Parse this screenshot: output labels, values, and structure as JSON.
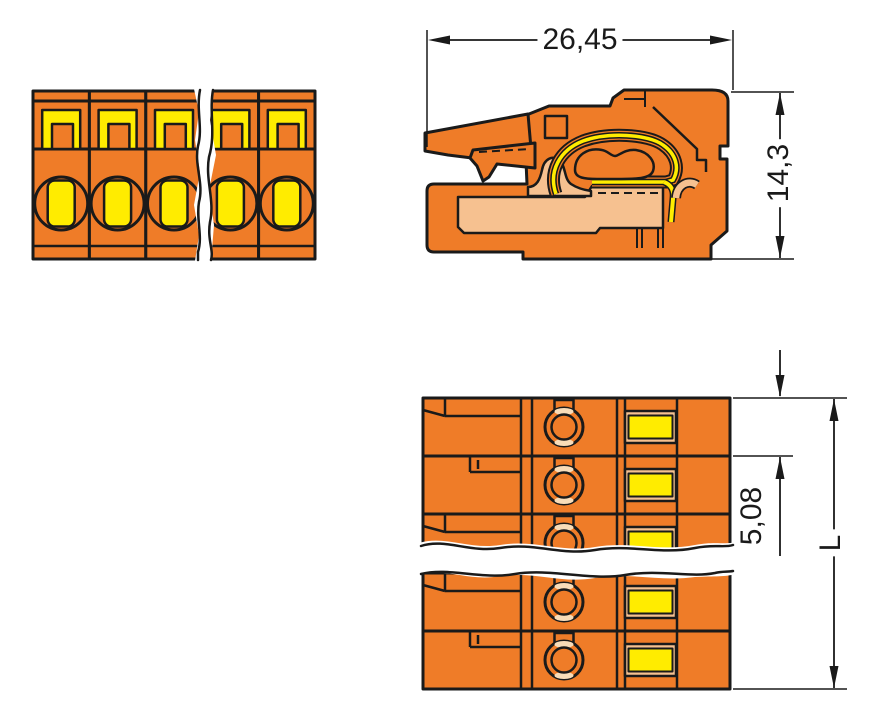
{
  "drawing": {
    "type": "technical-dimension-drawing",
    "subject": "pluggable-terminal-block-connector"
  },
  "views": {
    "front": {
      "name": "front-view",
      "positions": 5
    },
    "side": {
      "name": "side-section-view"
    },
    "bottom": {
      "name": "bottom-view",
      "rows": 5
    }
  },
  "dims": {
    "width": "26,45",
    "height": "14,3",
    "pitch": "5,08",
    "length": "L"
  },
  "colors": {
    "orange": "#EF7C28",
    "yellow": "#FFEC00",
    "peach": "#F6C190",
    "peachLight": "#F8DCB8",
    "line": "#1A1A1A"
  }
}
